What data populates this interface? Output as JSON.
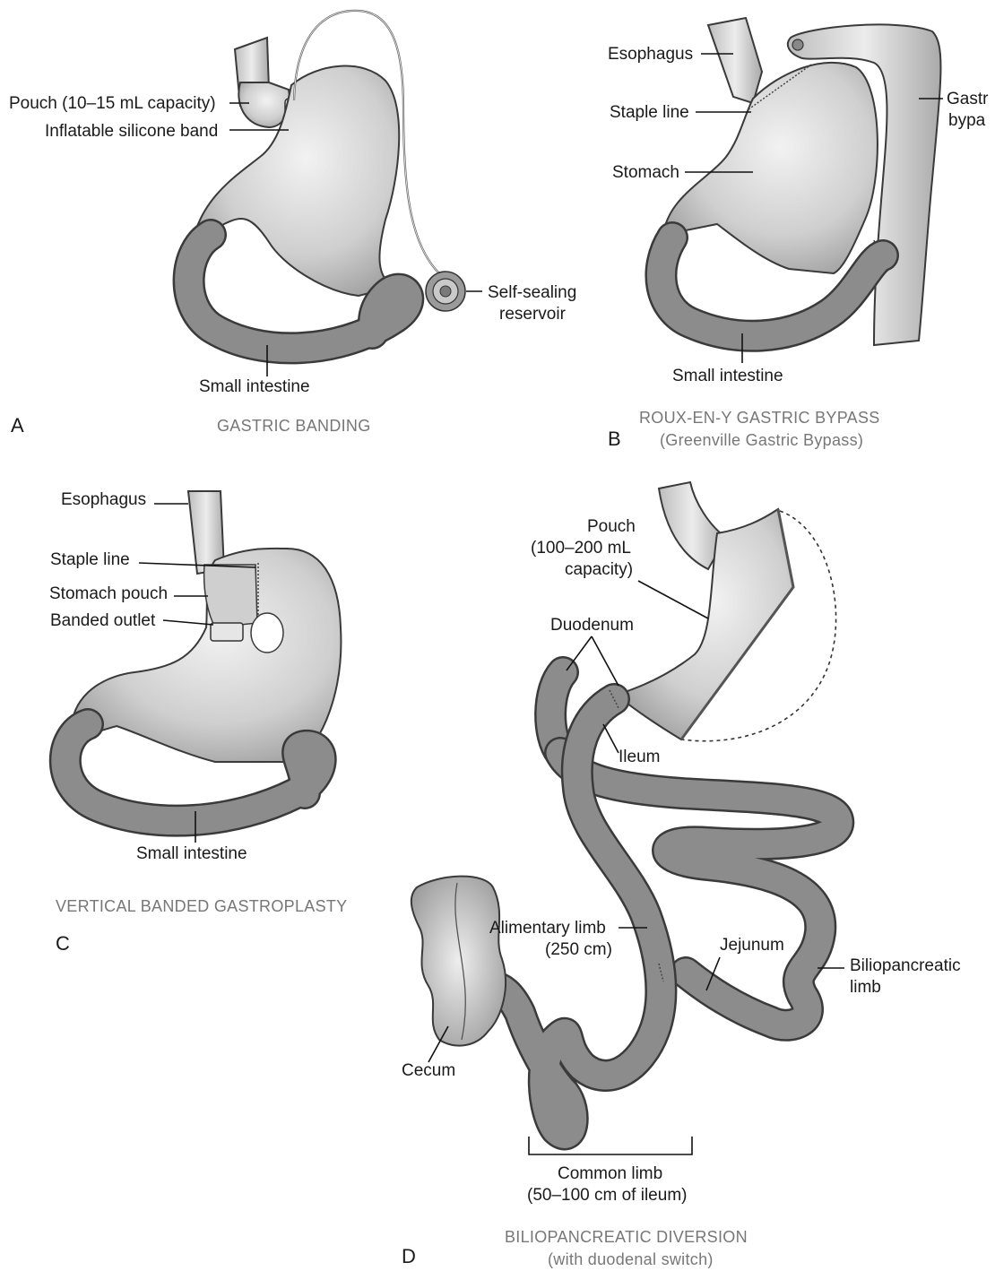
{
  "colors": {
    "organ_fill": "#c8c8c8",
    "organ_light": "#ececec",
    "intestine": "#8c8c8c",
    "outline": "#3a3a3a",
    "caption": "#777777"
  },
  "panel_a": {
    "letter": "A",
    "caption": "GASTRIC BANDING",
    "labels": {
      "pouch": "Pouch (10–15 mL capacity)",
      "band": "Inflatable silicone band",
      "reservoir_1": "Self-sealing",
      "reservoir_2": "reservoir",
      "small_intestine": "Small intestine"
    }
  },
  "panel_b": {
    "letter": "B",
    "caption_1": "ROUX-EN-Y GASTRIC BYPASS",
    "caption_2": "(Greenville Gastric Bypass)",
    "labels": {
      "esophagus": "Esophagus",
      "staple_line": "Staple line",
      "stomach": "Stomach",
      "bypass_1": "Gastr",
      "bypass_2": "bypa",
      "small_intestine": "Small intestine"
    }
  },
  "panel_c": {
    "letter": "C",
    "caption": "VERTICAL BANDED GASTROPLASTY",
    "labels": {
      "esophagus": "Esophagus",
      "staple_line": "Staple line",
      "stomach_pouch": "Stomach pouch",
      "banded_outlet": "Banded outlet",
      "small_intestine": "Small intestine"
    }
  },
  "panel_d": {
    "letter": "D",
    "caption_1": "BILIOPANCREATIC DIVERSION",
    "caption_2": "(with duodenal switch)",
    "labels": {
      "pouch_1": "Pouch",
      "pouch_2": "(100–200 mL",
      "pouch_3": "capacity)",
      "duodenum": "Duodenum",
      "ileum": "Ileum",
      "alimentary_1": "Alimentary limb",
      "alimentary_2": "(250 cm)",
      "jejunum": "Jejunum",
      "bilio_1": "Biliopancreatic",
      "bilio_2": "limb",
      "cecum": "Cecum",
      "common_1": "Common limb",
      "common_2": "(50–100 cm of ileum)"
    }
  }
}
